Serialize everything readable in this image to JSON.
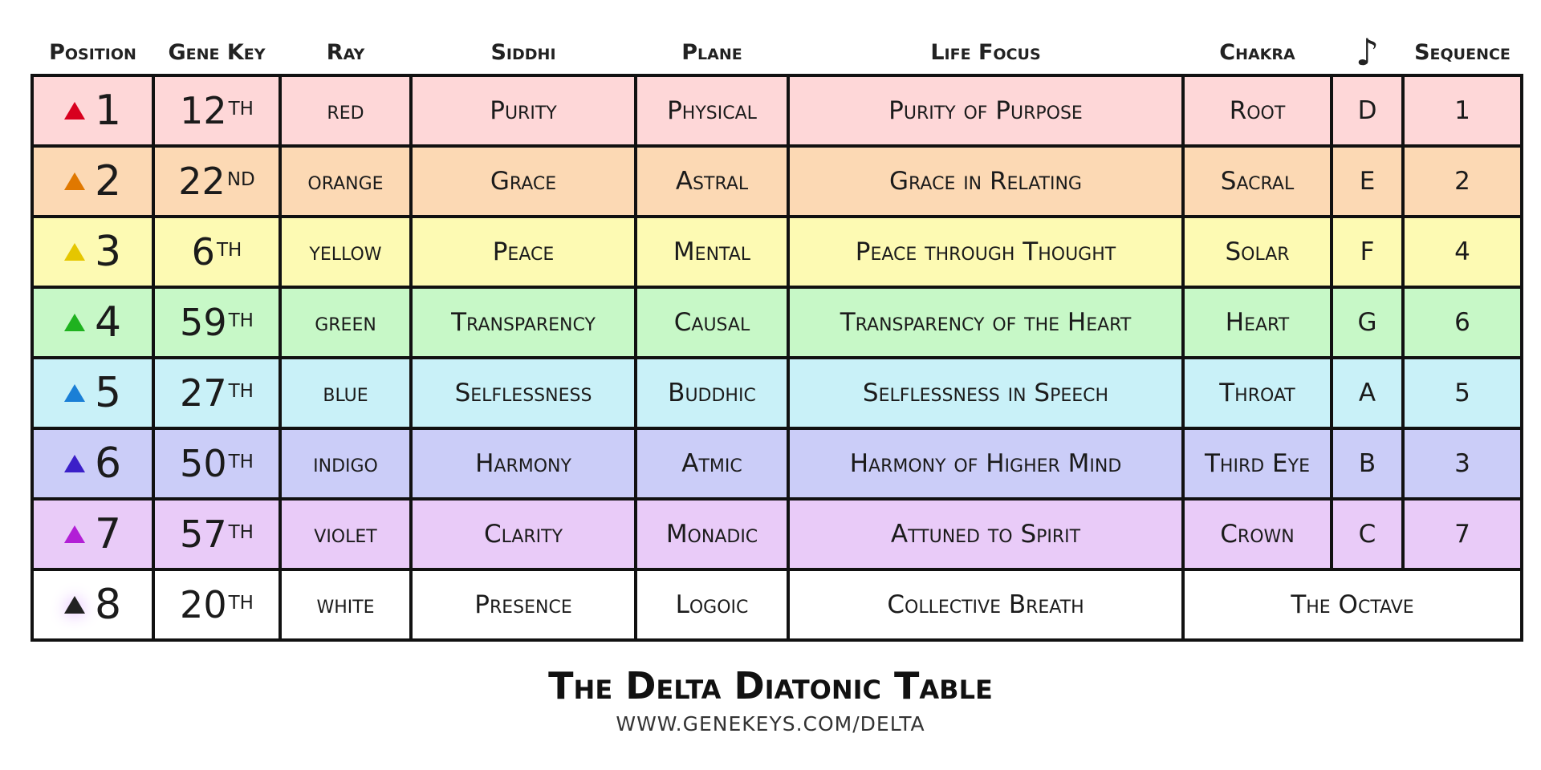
{
  "headers": {
    "position": "Position",
    "gene_key": "Gene Key",
    "ray": "Ray",
    "siddhi": "Siddhi",
    "plane": "Plane",
    "life_focus": "Life Focus",
    "chakra": "Chakra",
    "note_symbol": "♪",
    "sequence": "Sequence"
  },
  "rows": [
    {
      "position": "1",
      "triangle_color": "#d8001e",
      "gene_key": "12",
      "suffix": "TH",
      "ray": "red",
      "siddhi": "Purity",
      "plane": "Physical",
      "life_focus": "Purity of Purpose",
      "chakra": "Root",
      "note": "D",
      "sequence": "1",
      "bg": "#fed7d8"
    },
    {
      "position": "2",
      "triangle_color": "#e07800",
      "gene_key": "22",
      "suffix": "ND",
      "ray": "orange",
      "siddhi": "Grace",
      "plane": "Astral",
      "life_focus": "Grace in Relating",
      "chakra": "Sacral",
      "note": "E",
      "sequence": "2",
      "bg": "#fcd9b4"
    },
    {
      "position": "3",
      "triangle_color": "#e5c600",
      "gene_key": "6",
      "suffix": "TH",
      "ray": "yellow",
      "siddhi": "Peace",
      "plane": "Mental",
      "life_focus": "Peace through Thought",
      "chakra": "Solar",
      "note": "F",
      "sequence": "4",
      "bg": "#fdfab3"
    },
    {
      "position": "4",
      "triangle_color": "#1fb21f",
      "gene_key": "59",
      "suffix": "TH",
      "ray": "green",
      "siddhi": "Transparency",
      "plane": "Causal",
      "life_focus": "Transparency of the Heart",
      "chakra": "Heart",
      "note": "G",
      "sequence": "6",
      "bg": "#c7f8c7"
    },
    {
      "position": "5",
      "triangle_color": "#1a7fd6",
      "gene_key": "27",
      "suffix": "TH",
      "ray": "blue",
      "siddhi": "Selflessness",
      "plane": "Buddhic",
      "life_focus": "Selflessness in Speech",
      "chakra": "Throat",
      "note": "A",
      "sequence": "5",
      "bg": "#c9f1f8"
    },
    {
      "position": "6",
      "triangle_color": "#3b1fc8",
      "gene_key": "50",
      "suffix": "TH",
      "ray": "indigo",
      "siddhi": "Harmony",
      "plane": "Atmic",
      "life_focus": "Harmony of Higher Mind",
      "chakra": "Third Eye",
      "note": "B",
      "sequence": "3",
      "bg": "#cbcdf8"
    },
    {
      "position": "7",
      "triangle_color": "#b21fd6",
      "gene_key": "57",
      "suffix": "TH",
      "ray": "violet",
      "siddhi": "Clarity",
      "plane": "Monadic",
      "life_focus": "Attuned to Spirit",
      "chakra": "Crown",
      "note": "C",
      "sequence": "7",
      "bg": "#e9cbf8"
    },
    {
      "position": "8",
      "triangle_color": "#222222",
      "gene_key": "20",
      "suffix": "TH",
      "ray": "white",
      "siddhi": "Presence",
      "plane": "Logoic",
      "life_focus": "Collective Breath",
      "chakra": "",
      "note": "",
      "sequence": "",
      "octave": "The Octave",
      "bg": "#ffffff"
    }
  ],
  "footer": {
    "title": "The Delta Diatonic Table",
    "url": "WWW.GENEKEYS.COM/DELTA"
  }
}
